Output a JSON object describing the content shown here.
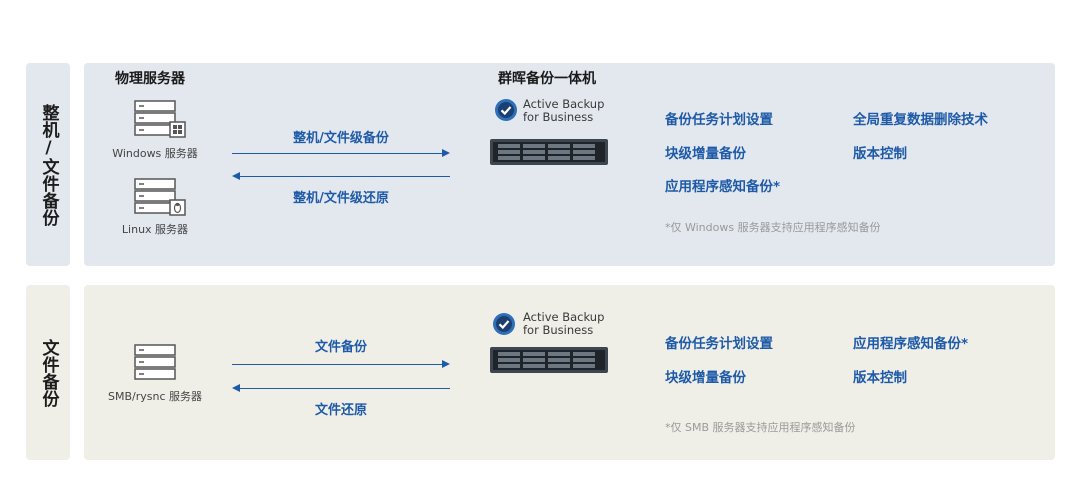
{
  "section1": {
    "side_label": "整机/文件备份",
    "source_title": "物理服务器",
    "target_title": "群晖备份一体机",
    "windows_label": "Windows 服务器",
    "linux_label": "Linux 服务器",
    "arrow_backup": "整机/文件级备份",
    "arrow_restore": "整机/文件级还原",
    "app_line1": "Active Backup",
    "app_line2": "for Business",
    "features": [
      "备份任务计划设置",
      "全局重复数据删除技术",
      "块级增量备份",
      "版本控制",
      "应用程序感知备份*"
    ],
    "note": "*仅 Windows 服务器支持应用程序感知备份"
  },
  "section2": {
    "side_label": "文件备份",
    "smb_label": "SMB/rysnc 服务器",
    "arrow_backup": "文件备份",
    "arrow_restore": "文件还原",
    "app_line1": "Active Backup",
    "app_line2": "for Business",
    "features": [
      "备份任务计划设置",
      "应用程序感知备份*",
      "块级增量备份",
      "版本控制"
    ],
    "note": "*仅 SMB 服务器支持应用程序感知备份"
  },
  "colors": {
    "accent": "#1e5aa8",
    "panel1": "#e3e8ee",
    "panel2": "#efefe8"
  }
}
